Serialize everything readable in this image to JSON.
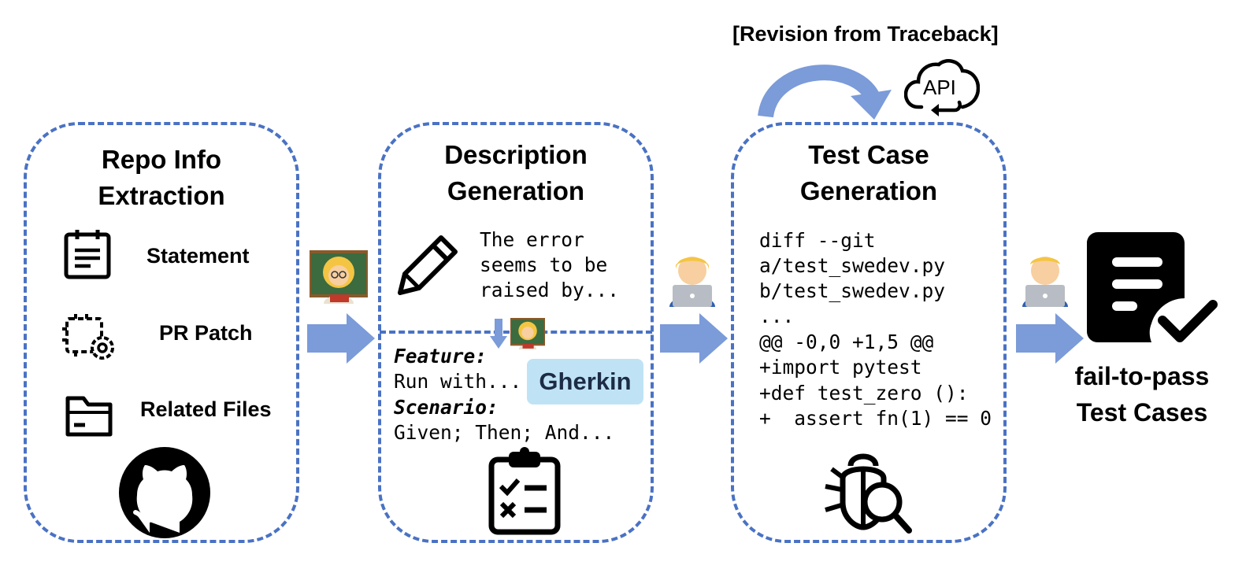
{
  "revision_label": "[Revision from Traceback]",
  "api_icon_text": "API",
  "panel1": {
    "title": "Repo Info\nExtraction",
    "items": [
      {
        "label": "Statement",
        "icon": "clipboard-list-icon"
      },
      {
        "label": "PR Patch",
        "icon": "chip-gear-icon"
      },
      {
        "label": "Related Files",
        "icon": "folder-icon"
      }
    ],
    "bottom_icon": "github-icon"
  },
  "panel2": {
    "title": "Description\nGeneration",
    "quote_lines": [
      "The error",
      "seems to be",
      "raised by..."
    ],
    "feature_label": "Feature:",
    "feature_text": "Run with...",
    "scenario_label": "Scenario:",
    "scenario_text": "Given; Then; And...",
    "gherkin_badge": "Gherkin",
    "bottom_icon": "checklist-clipboard-icon"
  },
  "panel3": {
    "title": "Test Case\nGeneration",
    "code_lines": [
      "diff --git",
      "a/test_swedev.py",
      "b/test_swedev.py",
      "...",
      "@@ -0,0 +1,5 @@",
      "+import pytest",
      "+def test_zero ():",
      "+  assert fn(1) == 0"
    ],
    "bottom_icon": "bug-search-icon"
  },
  "output": {
    "label": "fail-to-pass\nTest Cases",
    "icon": "document-check-icon"
  },
  "colors": {
    "dash_border": "#4a72c4",
    "arrow": "#7b9bd9",
    "badge_bg": "#bfe3f5",
    "badge_text": "#1d2c46"
  }
}
